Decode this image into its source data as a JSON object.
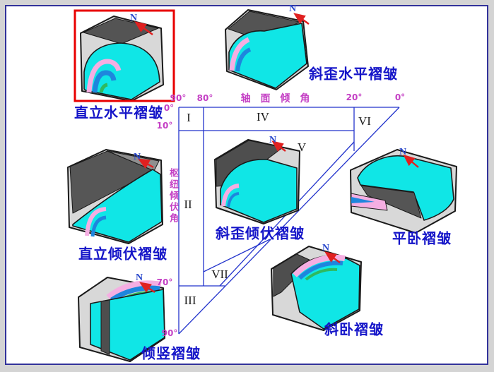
{
  "compass": {
    "label": "N"
  },
  "axes": {
    "x_title": "轴 面 倾 角",
    "y_title": "枢纽倾伏角",
    "x_ticks": [
      {
        "label": "90°"
      },
      {
        "label": "80°"
      },
      {
        "label": "20°"
      },
      {
        "label": "0°"
      }
    ],
    "y_ticks": [
      {
        "label": "0°"
      },
      {
        "label": "10°"
      },
      {
        "label": "70°"
      },
      {
        "label": "90°"
      }
    ]
  },
  "zones": [
    {
      "numeral": "I"
    },
    {
      "numeral": "II"
    },
    {
      "numeral": "III"
    },
    {
      "numeral": "IV"
    },
    {
      "numeral": "V"
    },
    {
      "numeral": "VI"
    },
    {
      "numeral": "VII"
    }
  ],
  "folds": [
    {
      "label": "直立水平褶皱",
      "highlighted": true
    },
    {
      "label": "斜歪水平褶皱",
      "highlighted": false
    },
    {
      "label": "直立倾伏褶皱",
      "highlighted": false
    },
    {
      "label": "斜歪倾伏褶皱",
      "highlighted": false
    },
    {
      "label": "平卧褶皱",
      "highlighted": false
    },
    {
      "label": "倾竖褶皱",
      "highlighted": false
    },
    {
      "label": "斜卧褶皱",
      "highlighted": false
    }
  ],
  "colors": {
    "label_blue": "#1414c8",
    "axis_magenta": "#c43fc4",
    "grid_blue": "#2233cc",
    "highlight_red": "#e80000",
    "compass_arrow_red": "#e02020",
    "fold_cyan": "#10e6e6",
    "fold_pink": "#f5aee2",
    "fold_blue": "#1e86dd",
    "fold_green": "#2fb95f",
    "block_gray": "#d8d8d8",
    "block_shadow": "#545454",
    "slide_border_blue": "#32329a"
  }
}
